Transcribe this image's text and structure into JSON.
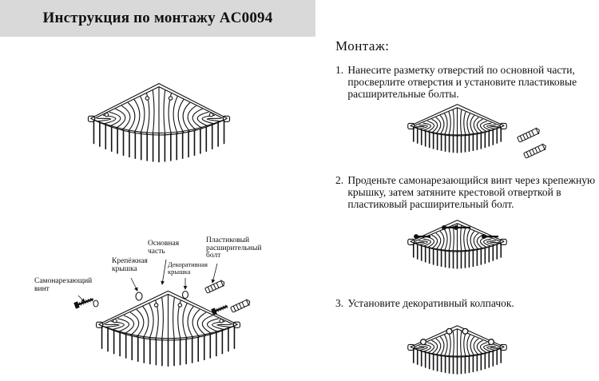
{
  "header": {
    "title": "Инструкция по монтажу AC0094"
  },
  "montage": {
    "heading": "Монтаж:",
    "steps": [
      {
        "number": "1.",
        "lines": [
          "Нанесите разметку отверстий по основной части,",
          "просверлите отверстия и установите пластиковые",
          "расширительные болты."
        ]
      },
      {
        "number": "2.",
        "lines": [
          "Проденьте самонарезающийся винт через крепежную",
          "крышку, затем затяните крестовой отверткой в",
          "пластиковый расширительный болт."
        ]
      },
      {
        "number": "3.",
        "lines": [
          "Установите декоративный колпачок."
        ]
      }
    ]
  },
  "diagram_labels": {
    "screw": [
      "Самонарезающий",
      "винт"
    ],
    "fixing_cap": [
      "Крепёжная",
      "крышка"
    ],
    "main_part": [
      "Основная",
      "часть"
    ],
    "decor_cap": [
      "Декоративная",
      "крышка"
    ],
    "plastic_bolt": [
      "Пластиковый",
      "расширительный",
      "болт"
    ]
  },
  "colors": {
    "title_bar": "#d9d9d9",
    "ink": "#111111"
  }
}
